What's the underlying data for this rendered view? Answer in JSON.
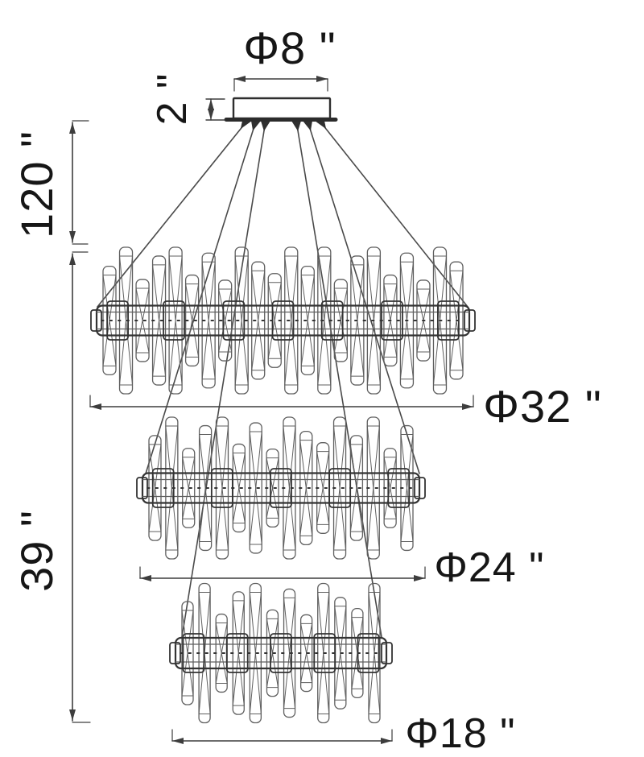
{
  "labels": {
    "canopy_diameter": "Φ8 \"",
    "canopy_height": "2 \"",
    "suspension_drop": "120 \"",
    "fixture_body_height": "39 \"",
    "tier_1_diameter": "Φ32 \"",
    "tier_2_diameter": "Φ24 \"",
    "tier_3_diameter": "Φ18 \""
  },
  "dimensions_inches": {
    "canopy_diameter": 8,
    "canopy_height": 2,
    "suspension_drop": 120,
    "fixture_body_height": 39,
    "tier_diameters": [
      32,
      24,
      18
    ]
  },
  "colors": {
    "line": "#3d3d3d",
    "rod_line": "#5f5f5f",
    "band_line": "#333333",
    "text": "#161616",
    "background": "#ffffff"
  }
}
